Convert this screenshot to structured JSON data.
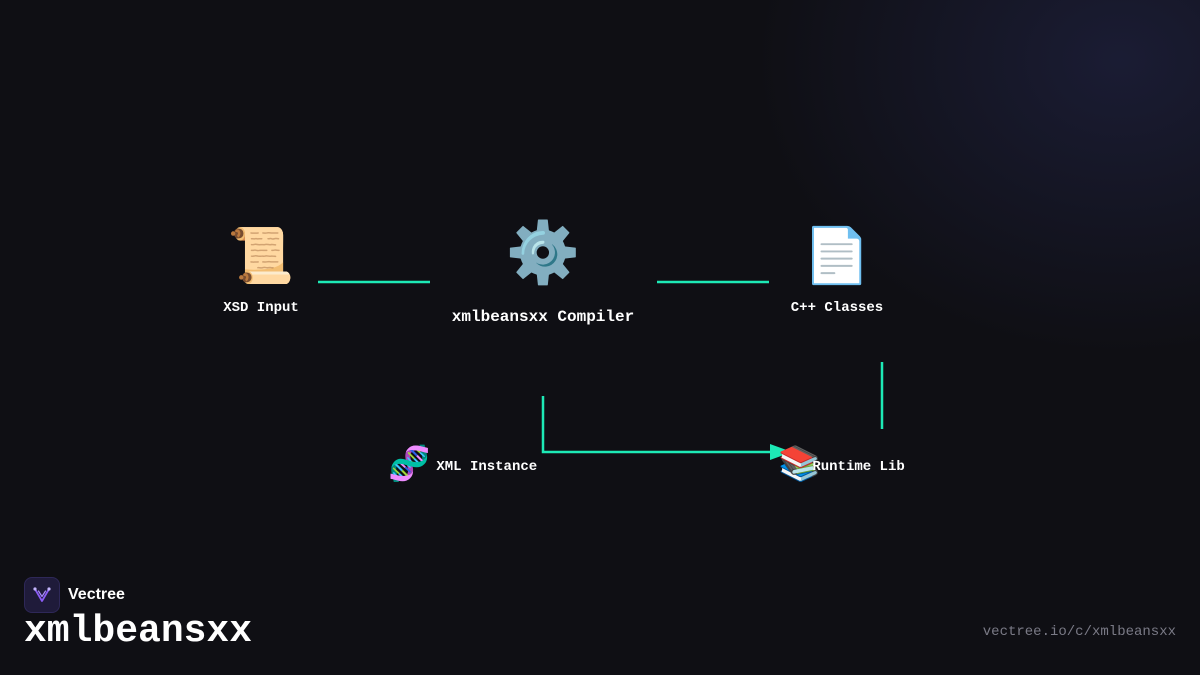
{
  "diagram": {
    "nodes": {
      "xsd_input": {
        "label": "XSD Input",
        "icon": "📜",
        "icon_name": "scroll-icon"
      },
      "compiler": {
        "label": "xmlbeansxx Compiler",
        "icon": "⚙️",
        "icon_name": "gear-icon"
      },
      "cpp_classes": {
        "label": "C++ Classes",
        "icon": "📄",
        "icon_name": "document-icon"
      },
      "xml_instance": {
        "label": "XML Instance",
        "icon": "🧬",
        "icon_name": "dna-icon"
      },
      "runtime_lib": {
        "label": "Runtime Lib",
        "icon": "📚",
        "icon_name": "books-icon"
      }
    },
    "edges": [
      {
        "from": "XSD Input",
        "to": "xmlbeansxx Compiler"
      },
      {
        "from": "xmlbeansxx Compiler",
        "to": "C++ Classes"
      },
      {
        "from": "C++ Classes",
        "to": "Runtime Lib"
      },
      {
        "from": "xmlbeansxx Compiler",
        "to": "Runtime Lib"
      }
    ],
    "edge_color": "#1de9b6"
  },
  "brand": {
    "name": "Vectree",
    "logo_icon": "vectree-logo-icon",
    "logo_color": "#8b5cf6"
  },
  "project": {
    "title": "xmlbeansxx",
    "url": "vectree.io/c/xmlbeansxx"
  },
  "colors": {
    "background": "#0f0f14",
    "accent": "#1de9b6",
    "url_text": "#7a7a86"
  }
}
